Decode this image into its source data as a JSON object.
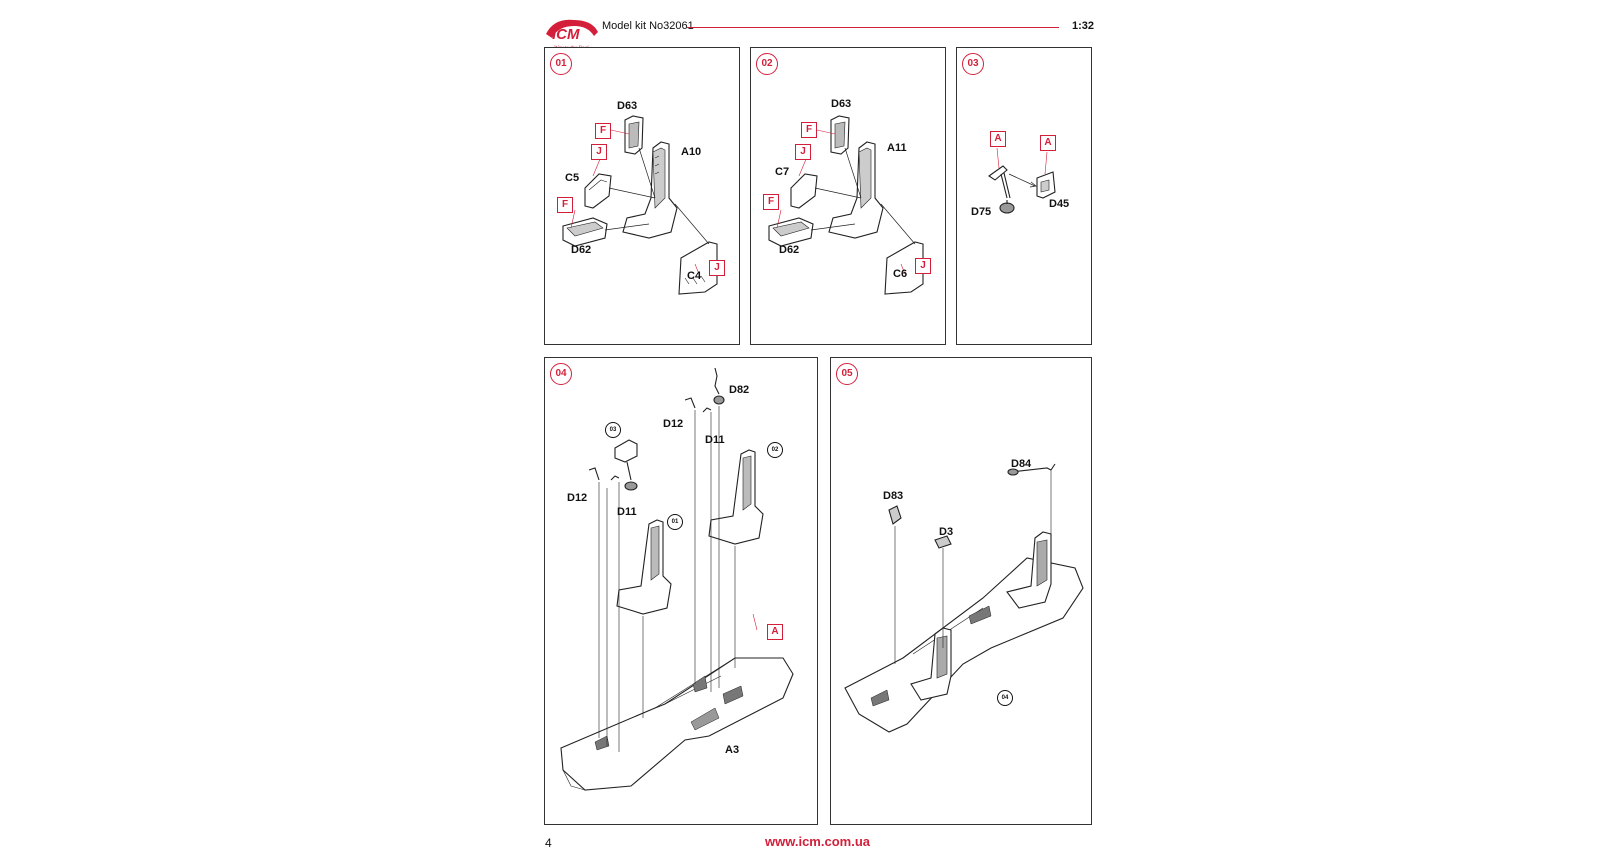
{
  "header": {
    "brand": "ICM",
    "tagline": "Way to the Real",
    "title": "Model kit No32061",
    "scale": "1:32"
  },
  "steps": [
    {
      "number": "01",
      "labels": [
        "D63",
        "A10",
        "C5",
        "D62",
        "C4"
      ],
      "flags": [
        "F",
        "J",
        "F",
        "J"
      ]
    },
    {
      "number": "02",
      "labels": [
        "D63",
        "A11",
        "C7",
        "D62",
        "C6"
      ],
      "flags": [
        "F",
        "J",
        "F",
        "J"
      ]
    },
    {
      "number": "03",
      "labels": [
        "D75",
        "D45"
      ],
      "flags": [
        "A",
        "A"
      ]
    },
    {
      "number": "04",
      "labels": [
        "D82",
        "D12",
        "D11",
        "D12",
        "D11",
        "A3"
      ],
      "flags": [
        "A"
      ],
      "refs": [
        "03",
        "02",
        "01"
      ]
    },
    {
      "number": "05",
      "labels": [
        "D84",
        "D83",
        "D3"
      ],
      "refs": [
        "04"
      ]
    }
  ],
  "footer": {
    "page_number": "4",
    "url": "www.icm.com.ua"
  },
  "colors": {
    "accent": "#d41f3a",
    "line": "#333333"
  }
}
